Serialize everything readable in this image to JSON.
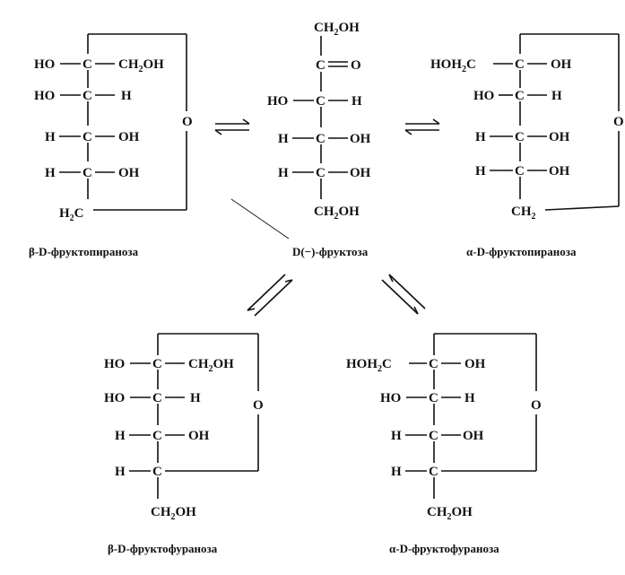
{
  "captions": {
    "beta_pyranose": "β-D-фруктопираноза",
    "open_chain": "D(−)-фруктоза",
    "alpha_pyranose": "α-D-фруктопираноза",
    "beta_furanose": "β-D-фруктофураноза",
    "alpha_furanose": "α-D-фруктофураноза"
  },
  "atoms": {
    "HO": "HO",
    "H": "H",
    "OH": "OH",
    "C": "C",
    "O": "O",
    "CH2OH_main": "CH",
    "CH2OH_sub": "2",
    "CH2OH_tail": "OH",
    "HOH2C_head": "HOH",
    "HOH2C_sub": "2",
    "HOH2C_tail": "C",
    "H2C_head": "H",
    "H2C_sub": "2",
    "H2C_tail": "C",
    "CH2_main": "CH",
    "CH2_sub": "2"
  }
}
